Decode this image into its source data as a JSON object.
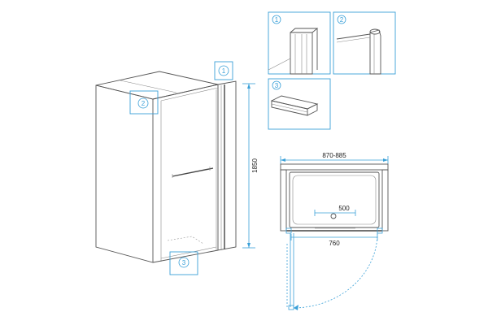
{
  "dimensions": {
    "height": "1850",
    "width_range": "870-885",
    "handle": "500",
    "door": "760"
  },
  "callouts": {
    "one": "1",
    "two": "2",
    "three": "3"
  },
  "colors": {
    "accent": "#3aa0d8",
    "line": "#555555"
  }
}
